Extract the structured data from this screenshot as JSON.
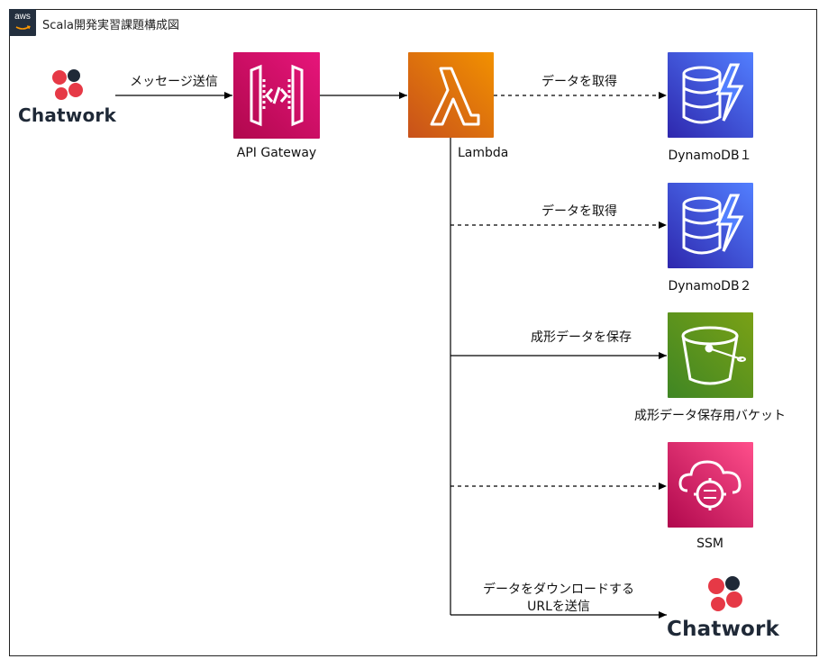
{
  "title": "Scala開発実習課題構成図",
  "aws_badge": "aws",
  "nodes": {
    "chatwork_source": "Chatwork",
    "api_gateway": "API Gateway",
    "lambda": "Lambda",
    "dynamodb1": "DynamoDB１",
    "dynamodb2": "DynamoDB２",
    "s3_bucket": "成形データ保存用バケット",
    "ssm": "SSM",
    "chatwork_dest": "Chatwork"
  },
  "edges": {
    "send_message": "メッセージ送信",
    "get_data_1": "データを取得",
    "get_data_2": "データを取得",
    "save_data": "成形データを保存",
    "send_url_line1": "データをダウンロードする",
    "send_url_line2": "URLを送信"
  },
  "icons": {
    "aws": "aws-logo-icon",
    "chatwork": "chatwork-logo-icon",
    "api_gateway": "api-gateway-icon",
    "lambda": "lambda-icon",
    "dynamodb": "dynamodb-icon",
    "s3": "s3-bucket-icon",
    "ssm": "ssm-icon"
  },
  "colors": {
    "api_gateway": "#e7157b",
    "lambda": "#f29100",
    "dynamodb": "#527fff",
    "s3": "#7aa116",
    "ssm": "#ff4f8b",
    "chatwork_red": "#e63946",
    "chatwork_dark": "#1f2937"
  }
}
